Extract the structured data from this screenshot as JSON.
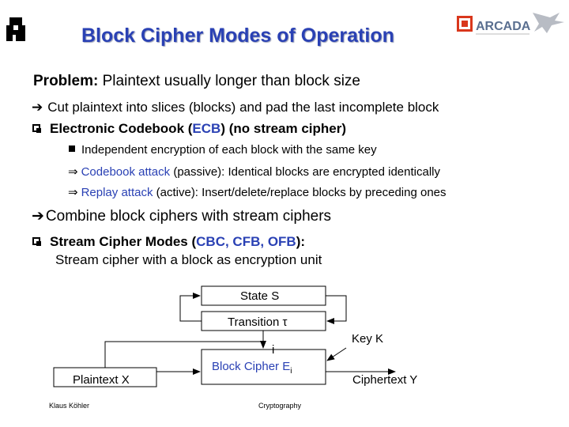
{
  "header": {
    "title": "Block Cipher Modes of Operation",
    "logo_right": "ARCADA"
  },
  "content": {
    "problem_label": "Problem:",
    "problem_text": " Plaintext usually longer than block size",
    "slice_text": "Cut plaintext into slices (blocks) and pad the last incomplete block",
    "ecb": {
      "prefix": "Electronic Codebook (",
      "abbr": "ECB",
      "suffix": ") (no stream cipher)"
    },
    "sub1": "Independent encryption of each block with the same key",
    "sub2": {
      "term": "Codebook attack",
      "rest": " (passive): Identical blocks are encrypted identically"
    },
    "sub3": {
      "term": "Replay attack",
      "rest": " (active): Insert/delete/replace blocks by preceding ones"
    },
    "combine_text": "Combine block ciphers with stream ciphers",
    "scm": {
      "prefix": "Stream Cipher Modes (",
      "modes": "CBC, CFB, OFB",
      "suffix": "):",
      "line2": "Stream cipher with a block as encryption unit"
    }
  },
  "diagram": {
    "state": "State S",
    "transition": "Transition τ",
    "i": "i",
    "cipher": "Block Cipher E",
    "cipher_sub": "i",
    "key": "Key K",
    "plaintext": "Plaintext X",
    "ciphertext": "Ciphertext Y"
  },
  "footer": {
    "author": "Klaus Köhler",
    "topic": "Cryptography"
  }
}
